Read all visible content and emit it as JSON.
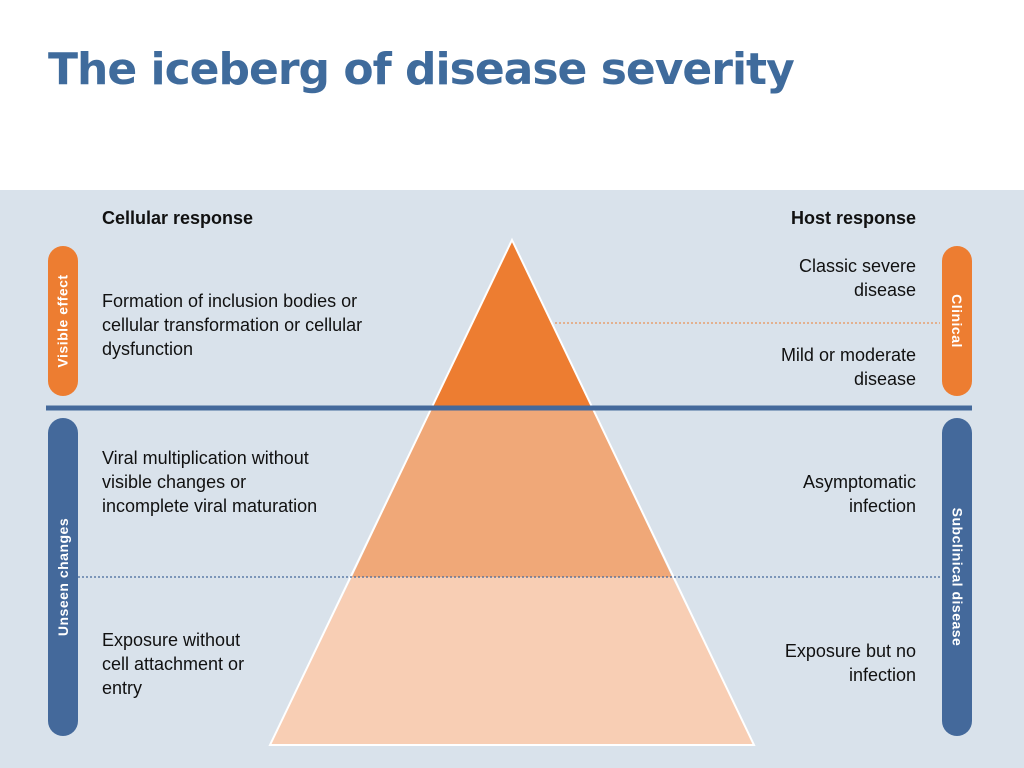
{
  "title": "The iceberg of disease severity",
  "headers": {
    "left": "Cellular response",
    "right": "Host response"
  },
  "left_labels": [
    "Formation of inclusion bodies or cellular transformation or cellular dysfunction",
    "Viral multiplication without visible changes or incomplete viral maturation",
    "Exposure without cell attachment or entry"
  ],
  "right_labels": [
    "Classic severe disease",
    "Mild or moderate disease",
    "Asymptomatic infection",
    "Exposure but no infection"
  ],
  "side_pills": {
    "left_top": "Visible effect",
    "left_bottom": "Unseen changes",
    "right_top": "Clinical",
    "right_bottom": "Subclinical disease"
  },
  "colors": {
    "title": "#3f6b9c",
    "panel_bg": "#d9e2eb",
    "tier_top": "#ed7d31",
    "tier_middle": "#f0a878",
    "tier_bottom": "#f8ceb4",
    "waterline": "#44699b",
    "pill_orange": "#ed7d31",
    "pill_blue": "#44699b"
  }
}
